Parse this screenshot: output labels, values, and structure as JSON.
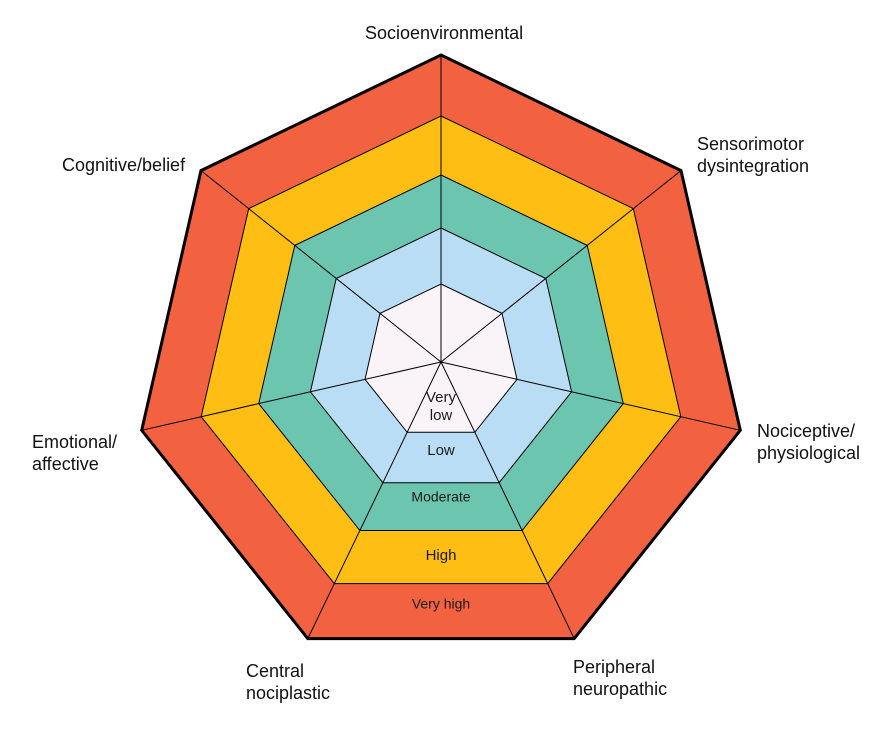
{
  "rings": [
    {
      "label_lines": [
        "Very",
        "low"
      ],
      "color": "#FAF3F8"
    },
    {
      "label_lines": [
        "Low"
      ],
      "color": "#B9DDF4"
    },
    {
      "label_lines": [
        "Moderate"
      ],
      "color": "#6CC6AF"
    },
    {
      "label_lines": [
        "High"
      ],
      "color": "#FFBE14"
    },
    {
      "label_lines": [
        "Very high"
      ],
      "color": "#F26240"
    }
  ],
  "axes": [
    {
      "lines": [
        "Socioenvironmental"
      ]
    },
    {
      "lines": [
        "Sensorimotor",
        "dysintegration"
      ]
    },
    {
      "lines": [
        "Nociceptive/",
        "physiological"
      ]
    },
    {
      "lines": [
        "Peripheral",
        "neuropathic"
      ]
    },
    {
      "lines": [
        "Central",
        "nociplastic"
      ]
    },
    {
      "lines": [
        "Emotional/",
        "affective"
      ]
    },
    {
      "lines": [
        "Cognitive/belief"
      ]
    }
  ],
  "colors": {
    "outline": "#000000"
  }
}
